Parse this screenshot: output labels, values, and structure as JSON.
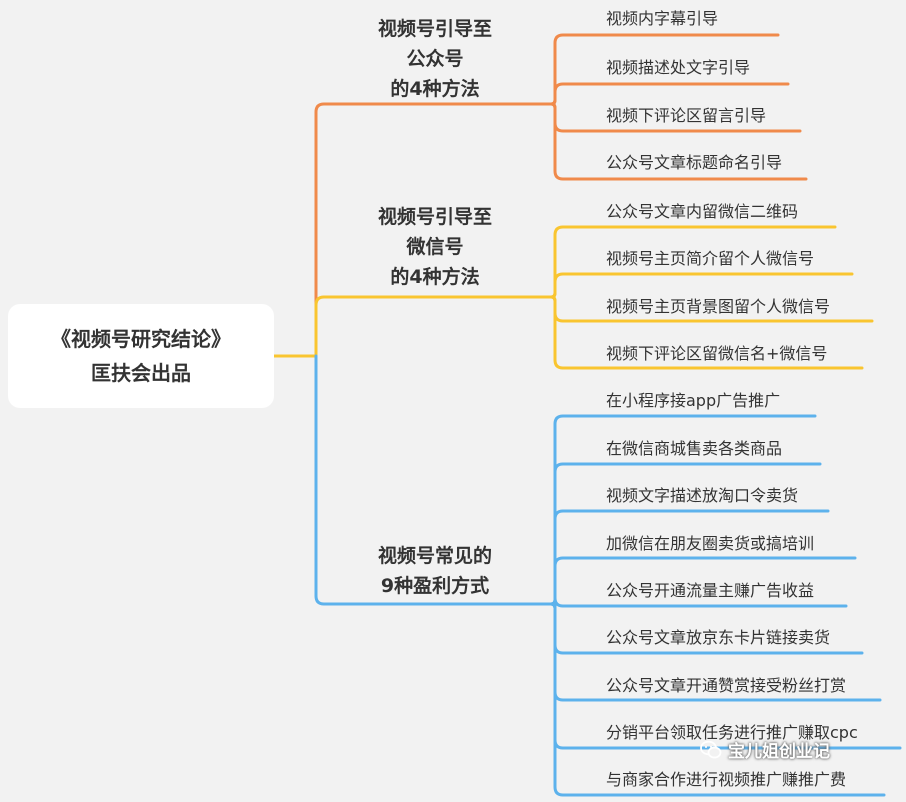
{
  "colors": {
    "background": "#f2f2f2",
    "root_box": "#ffffff",
    "branch_1": "#f08a4b",
    "branch_2": "#f9c530",
    "branch_3": "#5db2ec",
    "text": "#333333"
  },
  "root": {
    "line1": "《视频号研究结论》",
    "line2": "匡扶会出品"
  },
  "branches": [
    {
      "lines": [
        "视频号引导至",
        "公众号",
        "的4种方法"
      ],
      "color": "#f08a4b",
      "leaves": [
        "视频内字幕引导",
        "视频描述处文字引导",
        "视频下评论区留言引导",
        "公众号文章标题命名引导"
      ]
    },
    {
      "lines": [
        "视频号引导至",
        "微信号",
        "的4种方法"
      ],
      "color": "#f9c530",
      "leaves": [
        "公众号文章内留微信二维码",
        "视频号主页简介留个人微信号",
        "视频号主页背景图留个人微信号",
        "视频下评论区留微信名+微信号"
      ]
    },
    {
      "lines": [
        "视频号常见的",
        "9种盈利方式"
      ],
      "color": "#5db2ec",
      "leaves": [
        "在小程序接app广告推广",
        "在微信商城售卖各类商品",
        "视频文字描述放淘口令卖货",
        "加微信在朋友圈卖货或搞培训",
        "公众号开通流量主赚广告收益",
        "公众号文章放京东卡片链接卖货",
        "公众号文章开通赞赏接受粉丝打赏",
        "分销平台领取任务进行推广赚取cpc",
        "与商家合作进行视频推广赚推广费"
      ]
    }
  ],
  "watermark": {
    "icon": "wechat-icon",
    "text": "宝儿姐创业记"
  }
}
